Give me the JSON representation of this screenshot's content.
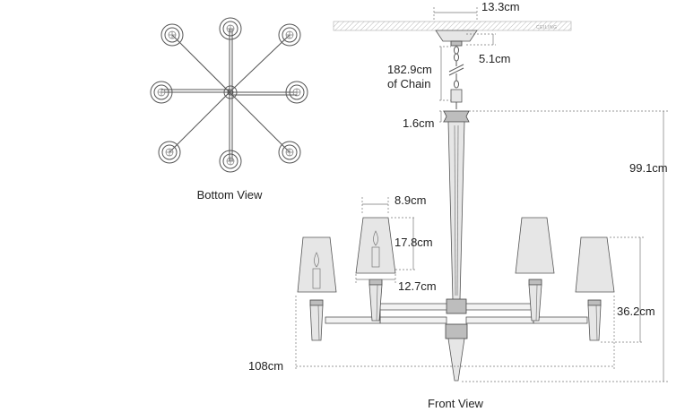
{
  "views": {
    "bottom": "Bottom View",
    "front": "Front View"
  },
  "ceiling_label": "CEILING",
  "dimensions": {
    "canopy_width": "13.3cm",
    "canopy_height": "5.1cm",
    "chain_length": "182.9cm",
    "chain_suffix": "of Chain",
    "top_finial": "1.6cm",
    "overall_height": "99.1cm",
    "shade_top": "8.9cm",
    "shade_height": "17.8cm",
    "shade_bottom": "12.7cm",
    "arm_height": "36.2cm",
    "overall_width": "108cm"
  },
  "colors": {
    "line": "#555555",
    "shade_fill": "#e6e6e6",
    "metal_fill": "#bdbdbd"
  }
}
